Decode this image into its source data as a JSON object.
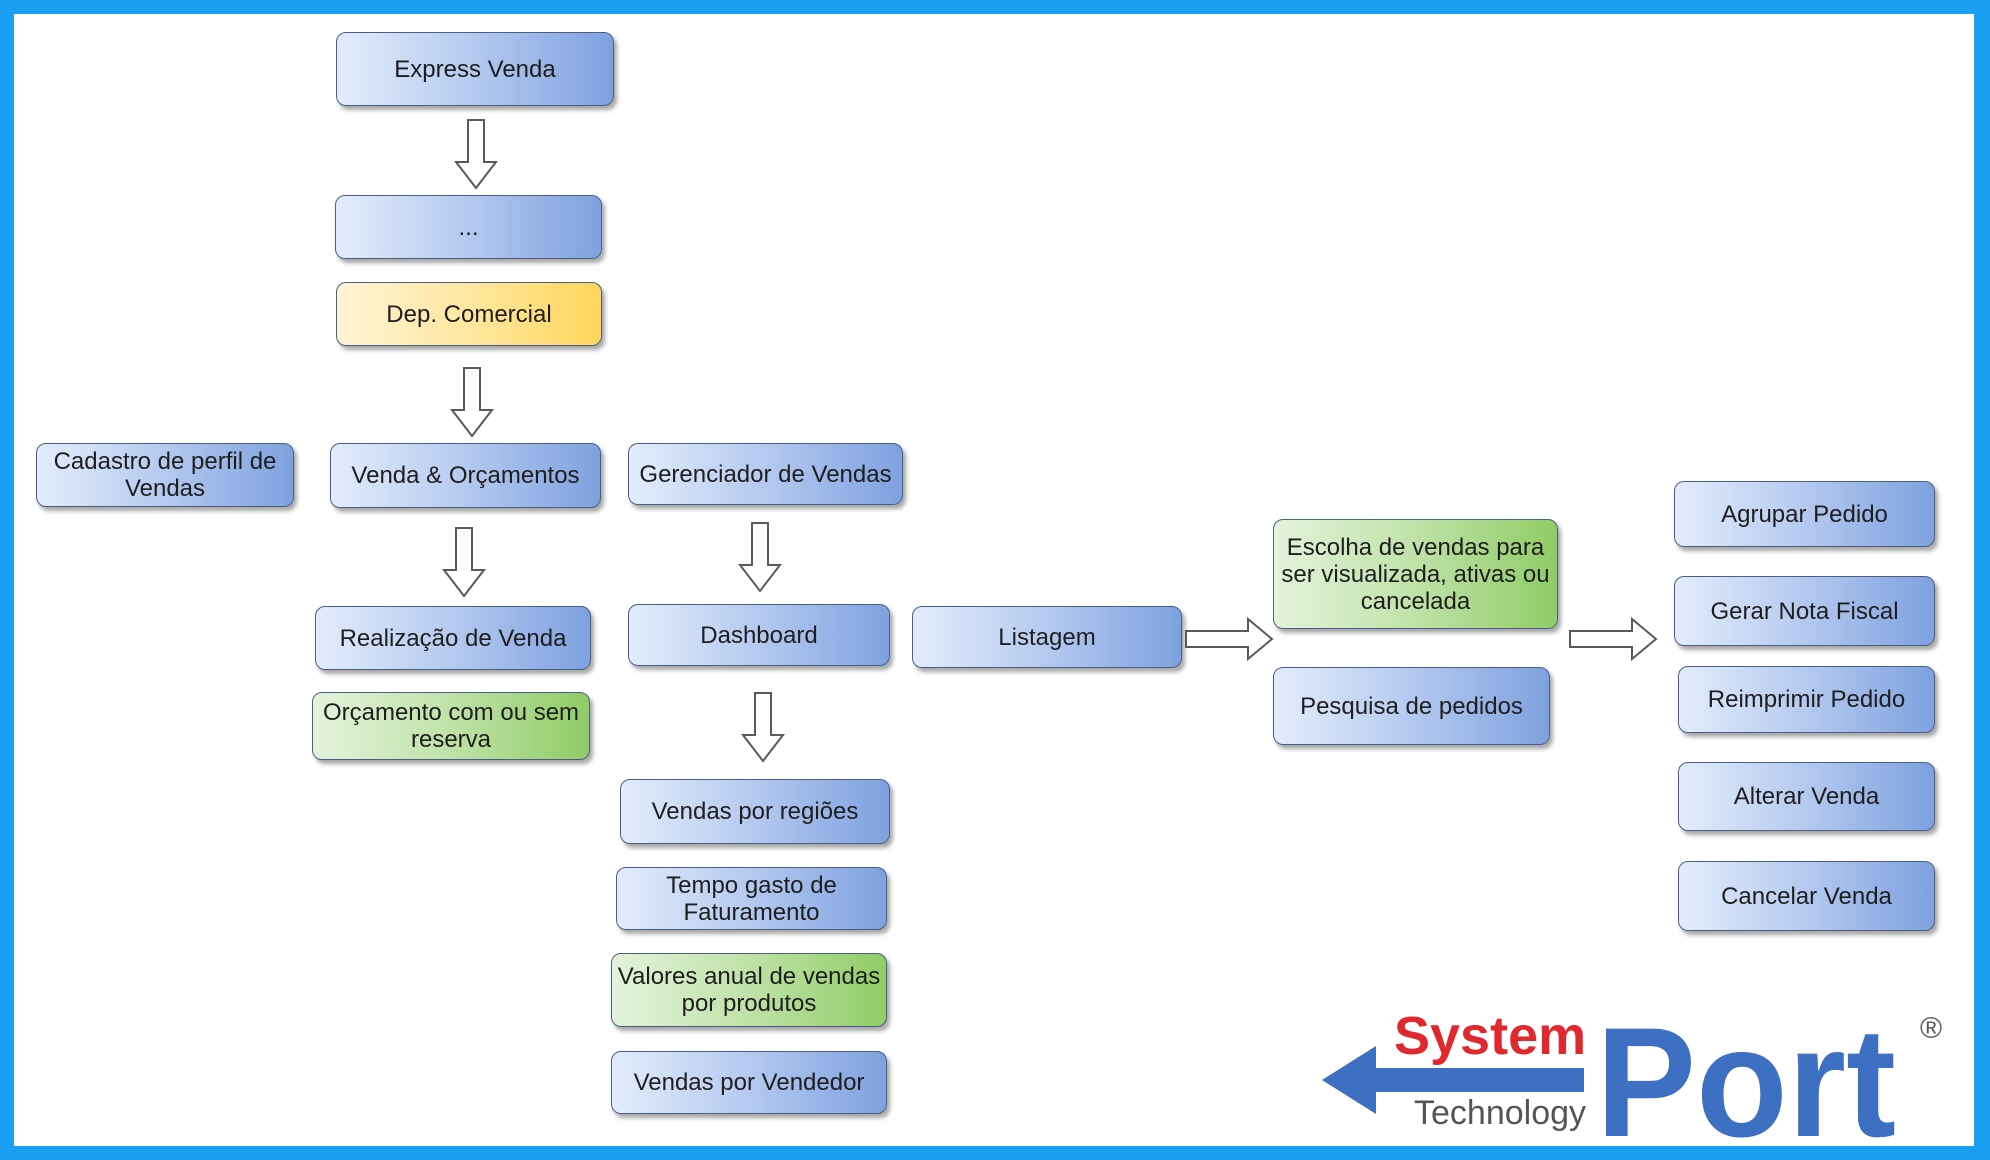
{
  "nodes": {
    "express_venda": "Express Venda",
    "ellipsis": "...",
    "dep_comercial": "Dep. Comercial",
    "cadastro_perfil": "Cadastro de perfil de Vendas",
    "venda_orcamentos": "Venda & Orçamentos",
    "gerenciador_vendas": "Gerenciador de Vendas",
    "realizacao_venda": "Realização de Venda",
    "orcamento_reserva": "Orçamento com ou sem reserva",
    "dashboard": "Dashboard",
    "listagem": "Listagem",
    "vendas_regioes": "Vendas por regiões",
    "tempo_faturamento": "Tempo gasto de Faturamento",
    "valores_anual": "Valores anual de vendas por produtos",
    "vendas_vendedor": "Vendas por Vendedor",
    "escolha_vendas": "Escolha de vendas para ser visualizada, ativas ou cancelada",
    "pesquisa_pedidos": "Pesquisa de pedidos",
    "agrupar_pedido": "Agrupar Pedido",
    "gerar_nota": "Gerar Nota Fiscal",
    "reimprimir_pedido": "Reimprimir Pedido",
    "alterar_venda": "Alterar Venda",
    "cancelar_venda": "Cancelar Venda"
  },
  "logo": {
    "system": "System",
    "technology": "Technology",
    "port": "Port",
    "registered": "®"
  },
  "colors": {
    "frame": "#1aa0f2",
    "node_blue": "#7ea1df",
    "node_green": "#90cc66",
    "node_yellow": "#ffd65a",
    "logo_red": "#e0282e",
    "logo_blue": "#3d6fc2"
  }
}
